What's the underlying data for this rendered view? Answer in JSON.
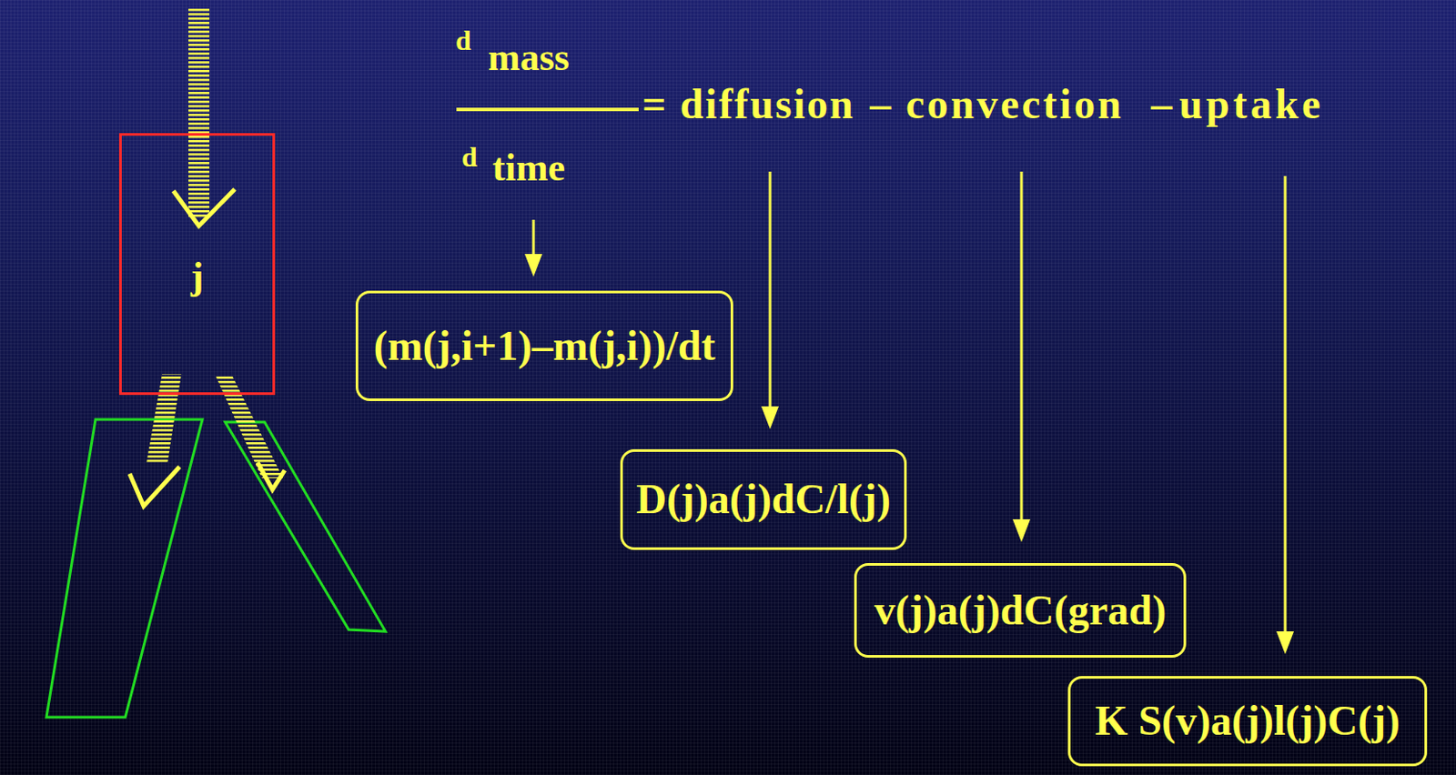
{
  "diagram": {
    "nodes": [
      {
        "text": [
          "j"
        ]
      },
      {
        "text": [
          "(m(j,i+1)–m(j,i))/dt"
        ]
      },
      {
        "text": [
          "D(j)a(j)dC/l(j)"
        ]
      },
      {
        "text": [
          "v(j)a(j)dC(grad)"
        ]
      },
      {
        "text": [
          "K S(v)a(j)l(j)C(j)"
        ]
      }
    ],
    "labels": [
      "d",
      "mass",
      "d",
      "time",
      "= diffusion",
      "–",
      "convection",
      "–",
      "uptake"
    ]
  }
}
